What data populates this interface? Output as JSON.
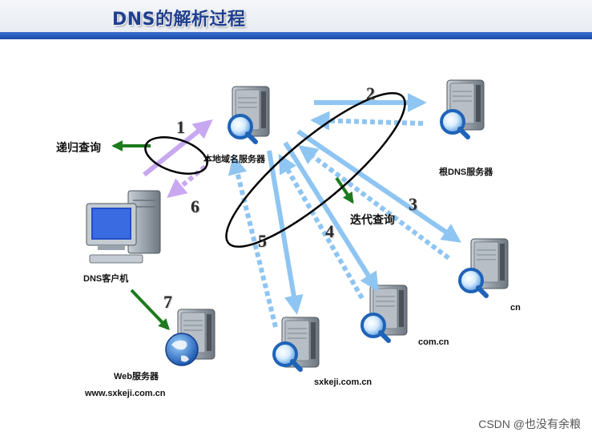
{
  "title": "DNS的解析过程",
  "nodes": {
    "local_dns": "本地域名服务器",
    "root_dns": "根DNS服务器",
    "cn": "cn",
    "com_cn": "com.cn",
    "sxkeji": "sxkeji.com.cn",
    "dns_client": "DNS客户机",
    "web_server": "Web服务器",
    "web_url": "www.sxkeji.com.cn"
  },
  "labels": {
    "recursive": "递归查询",
    "iterative": "迭代查询"
  },
  "steps": [
    "1",
    "2",
    "3",
    "4",
    "5",
    "6",
    "7"
  ],
  "watermark": "CSDN @也没有余粮",
  "colors": {
    "header_rule": "#1a4ba8",
    "title": "#1f3f8e",
    "arrow_blue": "#8ec5f2",
    "arrow_purple": "#c8a8f0",
    "arrow_green": "#1e7a1e",
    "server_body": "#8a939c",
    "magnifier": "#1f63b8"
  }
}
